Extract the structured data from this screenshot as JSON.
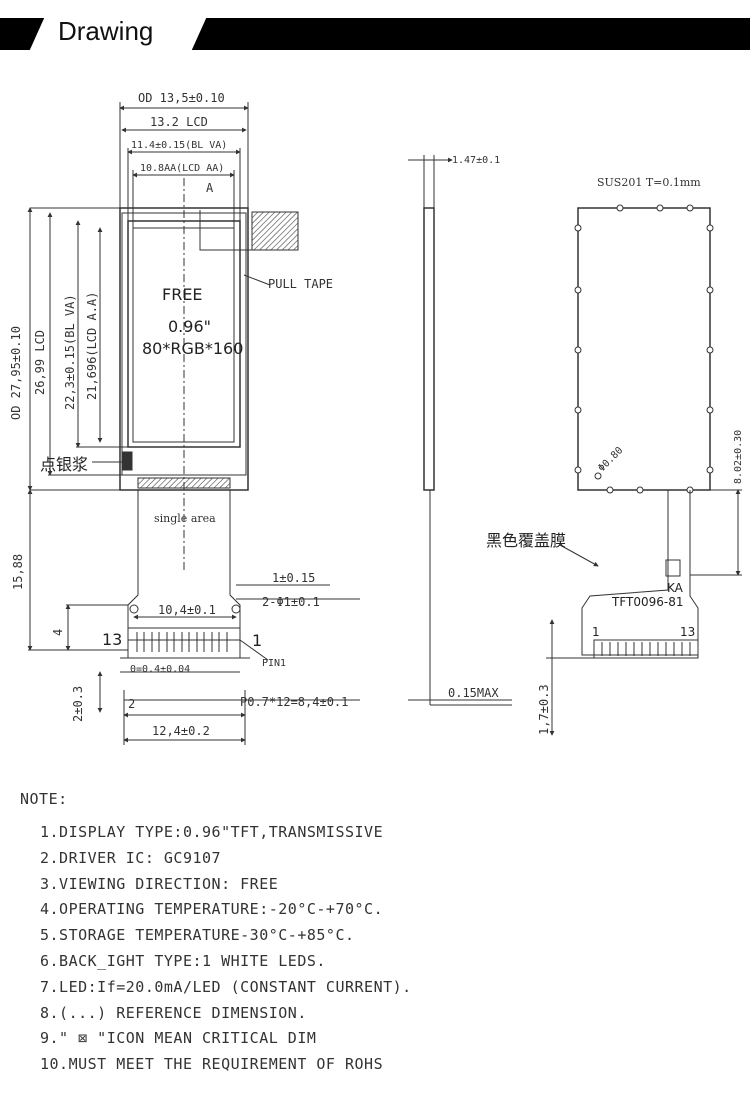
{
  "header": {
    "title": "Drawing"
  },
  "front_view": {
    "od_width": "OD 13,5±0.10",
    "lcd_width": "13.2 LCD",
    "bl_va_width": "11.4±0.15(BL VA)",
    "lcd_aa_width": "10.8AA(LCD AA)",
    "section_label": "A",
    "pull_tape": "PULL TAPE",
    "od_height": "OD 27,95±0.10",
    "lcd_height": "26,99 LCD",
    "bl_va_height": "22,3±0.15(BL VA)",
    "lcd_aa_height": "21,696(LCD A.A)",
    "screen_line1": "FREE",
    "screen_line2": "0.96\"",
    "screen_line3": "80*RGB*160",
    "silver_paste": "点银浆",
    "single_area": "single area",
    "tail_length": "15,88",
    "hole_dia": "1±0.15",
    "hole_pitch": "2-Φ1±0.1",
    "hole_spacing": "10,4±0.1",
    "tab_height": "4",
    "pin_13": "13",
    "pin_1": "1",
    "pin1_label": "PIN1",
    "finger_dim": "0=0.4±0.04",
    "end_height": "2±0.3",
    "end_width": "2",
    "pitch": "P0.7*12=8,4±0.1",
    "fpc_width": "12,4±0.2"
  },
  "side_view": {
    "thickness": "1.47±0.1",
    "fpc_thickness": "0.15MAX"
  },
  "back_view": {
    "plate_label": "SUS201 T=0.1mm",
    "hole_dia": "Φ0.80",
    "hole_offset": "8.02±0.30",
    "cover_film": "黑色覆盖膜",
    "ka_label": "KA",
    "part_number": "TFT0096-81",
    "pin_1": "1",
    "pin_13": "13",
    "bottom_height": "1,7±0.3"
  },
  "notes": {
    "title": "NOTE:",
    "items": [
      "1.DISPLAY TYPE:0.96\"TFT,TRANSMISSIVE",
      "2.DRIVER IC: GC9107",
      "3.VIEWING DIRECTION: FREE",
      "4.OPERATING TEMPERATURE:-20°C-+70°C.",
      "5.STORAGE TEMPERATURE-30°C-+85°C.",
      "6.BACK_IGHT TYPE:1 WHITE LEDS.",
      "7.LED:If=20.0mA/LED (CONSTANT CURRENT).",
      "8.(...) REFERENCE DIMENSION.",
      "9.\" ⊠ \"ICON MEAN CRITICAL DIM",
      "10.MUST MEET THE REQUIREMENT OF ROHS"
    ]
  }
}
